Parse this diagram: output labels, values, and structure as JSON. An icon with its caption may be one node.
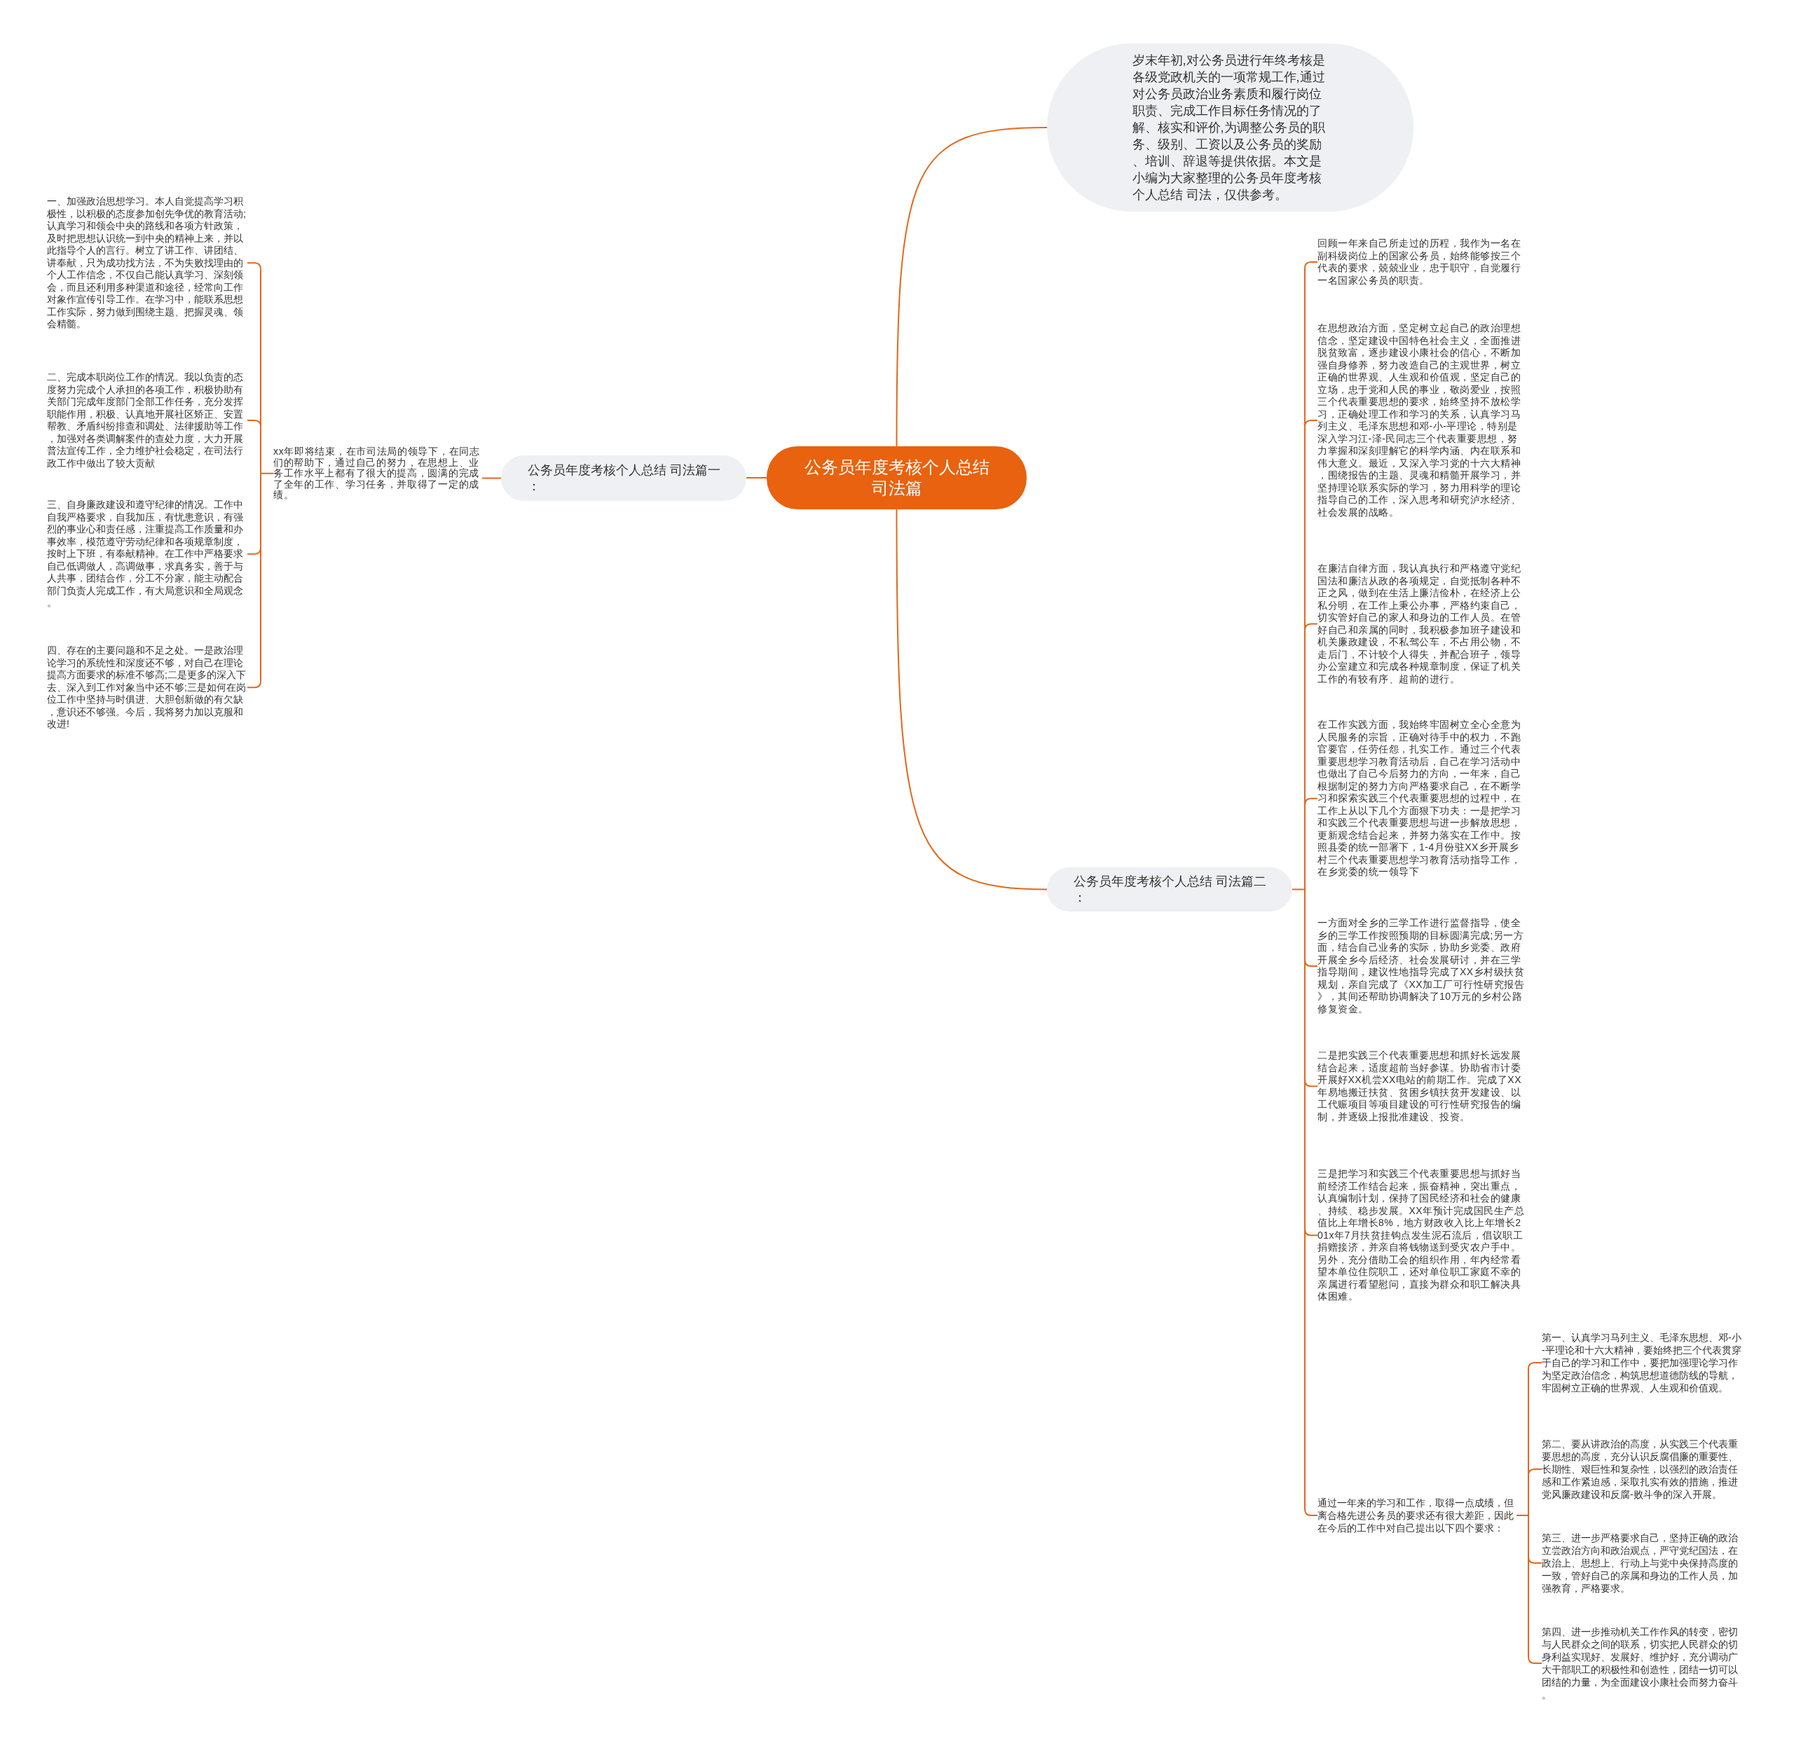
{
  "diagram": {
    "nodes": [
      {
        "text": [
          "公务员年度考核个人总结司法篇"
        ]
      },
      {
        "text": [
          "岁末年初,对公务员进行年终考核是各级党政机关的一项常规工作,通过对公务员政治业务素质和履行岗位职责、完成工作目标任务情况的了解、核实和评价,为调整公务员的职务、级别、工资以及公务员的奖励、培训、辞退等提供依据。本文是小编为大家整理的公务员年度考核个人总结 司法，仅供参考。"
        ]
      },
      {
        "text": [
          "公务员年度考核个人总结 司法篇一："
        ]
      },
      {
        "text": [
          "xx年即将结束，在市司法局的领导下，在同志们的帮助下，通过自己的努力，在思想上、业务工作水平上都有了很大的提高，圆满的完成了全年的工作、学习任务，并取得了一定的成绩。"
        ]
      },
      {
        "text": [
          "一、加强政治思想学习。本人自觉提高学习积极性，以积极的态度参加创先争优的教育活动;认真学习和领会中央的路线和各项方针政策，及时把思想认识统一到中央的精神上来，并以此指导个人的言行。树立了讲工作、讲团结、讲奉献，只为成功找方法，不为失败找理由的个人工作信念，不仅自己能认真学习、深刻领会，而且还利用多种渠道和途径，经常向工作对象作宣传引导工作。在学习中，能联系思想工作实际，努力做到围绕主题、把握灵魂、领会精髓。"
        ]
      },
      {
        "text": [
          "二、完成本职岗位工作的情况。我以负责的态度努力完成个人承担的各项工作，积极协助有关部门完成年度部门全部工作任务，充分发挥职能作用，积极、认真地开展社区矫正、安置帮教、矛盾纠纷排查和调处、法律援助等工作，加强对各类调解案件的查处力度，大力开展普法宣传工作，全力维护社会稳定，在司法行政工作中做出了较大贡献"
        ]
      },
      {
        "text": [
          "三、自身廉政建设和遵守纪律的情况。工作中自我严格要求，自我加压，有忧患意识，有强烈的事业心和责任感，注重提高工作质量和办事效率，模范遵守劳动纪律和各项规章制度，按时上下班，有奉献精神。在工作中严格要求自己低调做人，高调做事，求真务实，善于与人共事，团结合作，分工不分家，能主动配合部门负责人完成工作，有大局意识和全局观念。"
        ]
      },
      {
        "text": [
          "四、存在的主要问题和不足之处。一是政治理论学习的系统性和深度还不够，对自己在理论提高方面要求的标准不够高;二是更多的深入下去、深入到工作对象当中还不够;三是如何在岗位工作中坚持与时俱进、大胆创新做的有欠缺，意识还不够强。今后，我将努力加以克服和改进!"
        ]
      },
      {
        "text": [
          "公务员年度考核个人总结 司法篇二："
        ]
      },
      {
        "text": [
          "回顾一年来自己所走过的历程，我作为一名在副科级岗位上的国家公务员，始终能够按三个代表的要求，兢兢业业，忠于职守，自觉履行一名国家公务员的职责。"
        ]
      },
      {
        "text": [
          "在思想政治方面，坚定树立起自己的政治理想信念，坚定建设中国特色社会主义，全面推进脱贫致富，逐步建设小康社会的信心，不断加强自身修养，努力改造自己的主观世界，树立正确的世界观、人生观和价值观，坚定自己的立场，忠于党和人民的事业，敬岗爱业，按照三个代表重要思想的要求，始终坚持不放松学习，正确处理工作和学习的关系，认真学习马列主义、毛泽东思想和邓-小-平理论，特别是深入学习江-泽-民同志三个代表重要思想，努力掌握和深刻理解它的科学内涵、内在联系和伟大意义。最近，又深入学习党的十六大精神，围绕报告的主题、灵魂和精髓开展学习，并坚持理论联系实际的学习，努力用科学的理论指导自己的工作，深入思考和研究泸水经济、社会发展的战略。"
        ]
      },
      {
        "text": [
          "在廉洁自律方面，我认真执行和严格遵守党纪国法和廉洁从政的各项规定，自觉抵制各种不正之风，做到在生活上廉洁俭朴，在经济上公私分明，在工作上秉公办事，严格约束自己，切实管好自己的家人和身边的工作人员。在管好自己和亲属的同时，我积极参加班子建设和机关廉政建设，不私驾公车，不占用公物，不走后门，不计较个人得失，并配合班子，领导办公室建立和完成各种规章制度，保证了机关工作的有较有序、超前的进行。"
        ]
      },
      {
        "text": [
          "在工作实践方面，我始终牢固树立全心全意为人民服务的宗旨，正确对待手中的权力，不跑官要官，任劳任怨，扎实工作。通过三个代表重要思想学习教育活动后，自己在学习活动中也做出了自己今后努力的方向，一年来，自己根据制定的努力方向严格要求自己，在不断学习和探索实践三个代表重要思想的过程中，在工作上从以下几个方面狠下功夫：一是把学习和实践三个代表重要思想与进一步解放思想，更新观念结合起来，并努力落实在工作中。按照县委的统一部署下，1-4月份驻XX乡开展乡村三个代表重要思想学习教育活动指导工作，在乡党委的统一领导下"
        ]
      },
      {
        "text": [
          "一方面对全乡的三学工作进行监督指导，使全乡的三学工作按照预期的目标圆满完成;另一方面，结合自己业务的实际，协助乡党委、政府开展全乡今后经济、社会发展研讨，并在三学指导期间，建议性地指导完成了XX乡村级扶贫规划，亲自完成了《XX加工厂可行性研究报告》，其间还帮助协调解决了10万元的乡村公路修复资金。"
        ]
      },
      {
        "text": [
          "二是把实践三个代表重要思想和抓好长远发展结合起来，适度超前当好参谋。协助省市计委开展好XX机尝XX电站的前期工作。完成了XX年易地搬迁扶贫、贫困乡镇扶贫开发建设、以工代赈项目等项目建设的可行性研究报告的编制，并逐级上报批准建设、投资。"
        ]
      },
      {
        "text": [
          "三是把学习和实践三个代表重要思想与抓好当前经济工作结合起来，振奋精神，突出重点，认真编制计划，保持了国民经济和社会的健康、持续、稳步发展。XX年预计完成国民生产总值比上年增长8%，地方财政收入比上年增长201x年7月扶贫挂钩点发生泥石流后，倡议职工捐赠接济，并亲自将钱物送到受灾农户手中。另外，充分借助工会的组织作用，年内经常看望本单位住院职工，还对单位职工家庭不幸的亲属进行看望慰问，直接为群众和职工解决具体困难。"
        ]
      },
      {
        "text": [
          "通过一年来的学习和工作，取得一点成绩，但离合格先进公务员的要求还有很大差距，因此在今后的工作中对自己提出以下四个要求："
        ]
      },
      {
        "text": [
          "第一、认真学习马列主义、毛泽东思想、邓-小-平理论和十六大精神，要始终把三个代表贯穿于自己的学习和工作中，要把加强理论学习作为坚定政治信念，构筑思想道德防线的导航，牢固树立正确的世界观、人生观和价值观。"
        ]
      },
      {
        "text": [
          "第二、要从讲政治的高度，从实践三个代表重要思想的高度，充分认识反腐倡廉的重要性、长期性、艰巨性和复杂性，以强烈的政治责任感和工作紧迫感，采取扎实有效的措施，推进党风廉政建设和反腐-败斗争的深入开展。"
        ]
      },
      {
        "text": [
          "第三、进一步严格要求自己，坚持正确的政治立尝政治方向和政治观点，严守党纪国法，在政治上、思想上、行动上与党中央保持高度的一致，管好自己的亲属和身边的工作人员，加强教育，严格要求。"
        ]
      },
      {
        "text": [
          "第四、进一步推动机关工作作风的转变，密切与人民群众之间的联系，切实把人民群众的切身利益实现好、发展好、维护好，充分调动广大干部职工的积极性和创造性，团结一切可以团结的力量，为全面建设小康社会而努力奋斗。"
        ]
      }
    ],
    "edges": [
      {
        "from": 0,
        "to": 1,
        "arrow": "none"
      },
      {
        "from": 0,
        "to": 2,
        "arrow": "none"
      },
      {
        "from": 2,
        "to": 3,
        "arrow": "none"
      },
      {
        "from": 3,
        "to": 4,
        "arrow": "none"
      },
      {
        "from": 3,
        "to": 5,
        "arrow": "none"
      },
      {
        "from": 3,
        "to": 6,
        "arrow": "none"
      },
      {
        "from": 3,
        "to": 7,
        "arrow": "none"
      },
      {
        "from": 0,
        "to": 8,
        "arrow": "none"
      },
      {
        "from": 8,
        "to": 9,
        "arrow": "none"
      },
      {
        "from": 8,
        "to": 10,
        "arrow": "none"
      },
      {
        "from": 8,
        "to": 11,
        "arrow": "none"
      },
      {
        "from": 8,
        "to": 12,
        "arrow": "none"
      },
      {
        "from": 8,
        "to": 13,
        "arrow": "none"
      },
      {
        "from": 8,
        "to": 14,
        "arrow": "none"
      },
      {
        "from": 8,
        "to": 15,
        "arrow": "none"
      },
      {
        "from": 8,
        "to": 16,
        "arrow": "none"
      },
      {
        "from": 16,
        "to": 17,
        "arrow": "none"
      },
      {
        "from": 16,
        "to": 18,
        "arrow": "none"
      },
      {
        "from": 16,
        "to": 19,
        "arrow": "none"
      },
      {
        "from": 16,
        "to": 20,
        "arrow": "none"
      }
    ]
  }
}
